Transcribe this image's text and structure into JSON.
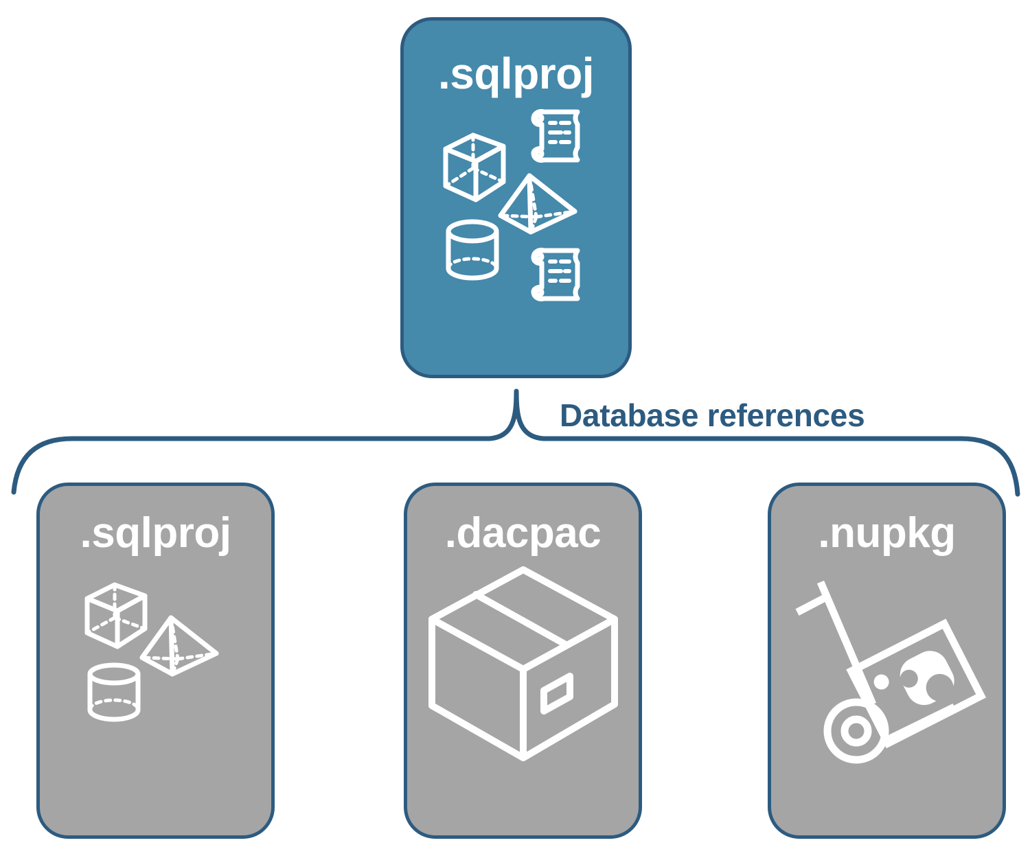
{
  "diagram": {
    "title_text": "Database references",
    "colors": {
      "primary_fill": "#4589AB",
      "secondary_fill": "#A5A5A5",
      "outline": "#2D5B80",
      "icon_stroke": "#FFFFFF",
      "label_text": "#2D5B80",
      "background": "#FFFFFF"
    }
  },
  "top_node": {
    "label": ".sqlproj",
    "icon_name": "database-objects-icon",
    "icon_parts": [
      "wireframe-cube",
      "wireframe-pyramid",
      "wireframe-cylinder",
      "scroll-document",
      "scroll-document"
    ]
  },
  "connector": {
    "label": "Database references",
    "shape": "curly-brace",
    "branch_count": 3
  },
  "child_nodes": [
    {
      "label": ".sqlproj",
      "icon_name": "database-objects-icon",
      "icon_parts": [
        "wireframe-cube",
        "wireframe-pyramid",
        "wireframe-cylinder"
      ]
    },
    {
      "label": ".dacpac",
      "icon_name": "shipping-box-icon",
      "icon_parts": [
        "isometric-box",
        "tape-strip",
        "shipping-label"
      ]
    },
    {
      "label": ".nupkg",
      "icon_name": "hand-truck-package-icon",
      "icon_parts": [
        "hand-truck",
        "wheel",
        "nuget-package-box"
      ]
    }
  ]
}
